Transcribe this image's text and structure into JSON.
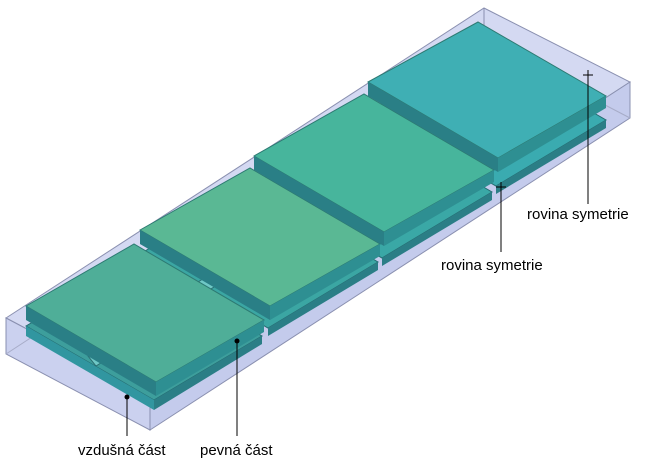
{
  "labels": {
    "air_part": "vzdušná část",
    "solid_part": "pevná část",
    "symmetry_plane_1": "rovina symetrie",
    "symmetry_plane_2": "rovina symetrie"
  },
  "colors": {
    "air_box_fill": "#c9d0ee",
    "air_box_edge": "#8a90b0",
    "plate_top_1": "#4fae98",
    "plate_top_2": "#5ab894",
    "plate_top_3": "#47b59c",
    "plate_top_4": "#3fafb4",
    "plate_side": "#2e7f86",
    "plate_front": "#3aa3a8",
    "leader_line": "#000000"
  }
}
